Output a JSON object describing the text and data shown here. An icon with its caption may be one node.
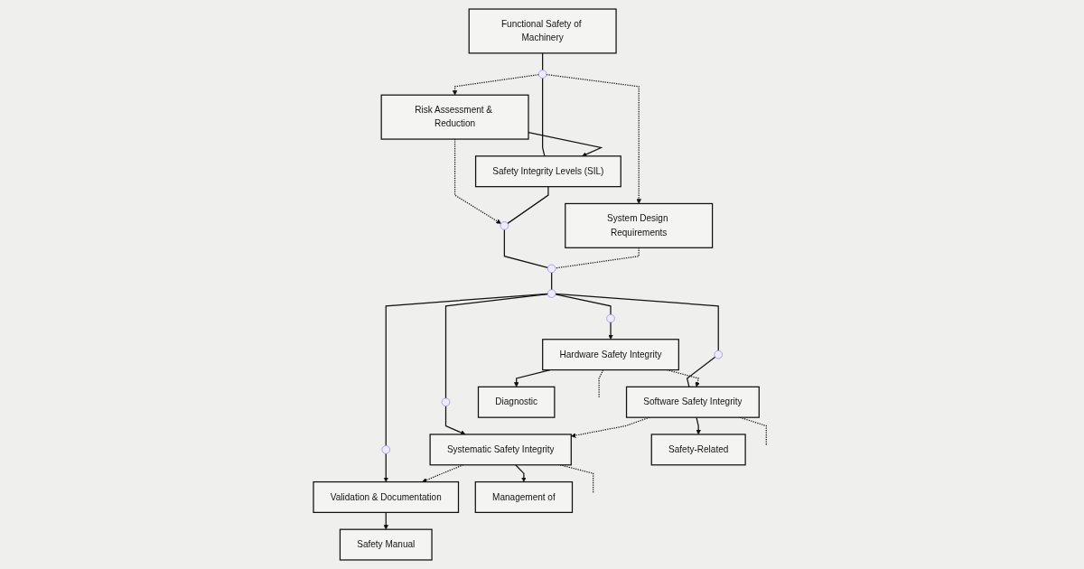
{
  "diagram": {
    "nodes": [
      {
        "text": [
          "Functional Safety of Machinery"
        ]
      },
      {
        "text": [],
        "shape": "circle"
      },
      {
        "text": [
          "Risk Assessment & Reduction"
        ]
      },
      {
        "text": [
          "Safety Integrity Levels (SIL)"
        ]
      },
      {
        "text": [
          "System Design Requirements"
        ]
      },
      {
        "text": [],
        "shape": "circle"
      },
      {
        "text": [],
        "shape": "circle"
      },
      {
        "text": [],
        "shape": "circle"
      },
      {
        "text": [],
        "shape": "circle"
      },
      {
        "text": [],
        "shape": "circle"
      },
      {
        "text": [],
        "shape": "circle"
      },
      {
        "text": [],
        "shape": "circle"
      },
      {
        "text": [
          "Hardware Safety Integrity"
        ]
      },
      {
        "text": [
          "Software Safety Integrity"
        ]
      },
      {
        "text": [
          "Systematic Safety Integrity"
        ]
      },
      {
        "text": [
          "Validation & Documentation"
        ]
      },
      {
        "text": [
          "Diagnostic"
        ]
      },
      {
        "text": [
          "Safety-Related"
        ]
      },
      {
        "text": [
          "Management of"
        ]
      },
      {
        "text": [
          "Safety Manual"
        ]
      }
    ],
    "edges": [
      {
        "from": 0,
        "to": 1,
        "arrow": "none"
      },
      {
        "from": 1,
        "to": 2,
        "arrow": "to",
        "style": "dashed"
      },
      {
        "from": 1,
        "to": 3,
        "arrow": "none"
      },
      {
        "from": 1,
        "to": 4,
        "arrow": "to",
        "style": "dashed"
      },
      {
        "from": 2,
        "to": 3,
        "arrow": "to"
      },
      {
        "from": 2,
        "to": 5,
        "arrow": "to",
        "style": "dashed"
      },
      {
        "from": 3,
        "to": 5,
        "arrow": "none"
      },
      {
        "from": 5,
        "to": 6,
        "arrow": "none"
      },
      {
        "from": 4,
        "to": 6,
        "arrow": "none",
        "style": "dashed"
      },
      {
        "from": 6,
        "to": 7,
        "arrow": "none"
      },
      {
        "from": 7,
        "to": 8,
        "arrow": "none"
      },
      {
        "from": 7,
        "to": 9,
        "arrow": "none"
      },
      {
        "from": 7,
        "to": 10,
        "arrow": "none"
      },
      {
        "from": 7,
        "to": 11,
        "arrow": "none"
      },
      {
        "from": 8,
        "to": 12,
        "arrow": "to"
      },
      {
        "from": 9,
        "to": 13,
        "arrow": "none"
      },
      {
        "from": 10,
        "to": 14,
        "arrow": "to"
      },
      {
        "from": 11,
        "to": 15,
        "arrow": "to"
      },
      {
        "from": 12,
        "to": 13,
        "arrow": "to",
        "style": "dashed"
      },
      {
        "from": 12,
        "to": null,
        "arrow": "none",
        "style": "dashed"
      },
      {
        "from": 13,
        "to": 14,
        "arrow": "to",
        "style": "dashed"
      },
      {
        "from": 13,
        "to": null,
        "arrow": "none",
        "style": "dashed"
      },
      {
        "from": 14,
        "to": 15,
        "arrow": "to",
        "style": "dashed"
      },
      {
        "from": 14,
        "to": null,
        "arrow": "none",
        "style": "dashed"
      },
      {
        "from": 12,
        "to": 16,
        "arrow": "to"
      },
      {
        "from": 13,
        "to": 17,
        "arrow": "to"
      },
      {
        "from": 14,
        "to": 18,
        "arrow": "to"
      },
      {
        "from": 15,
        "to": 19,
        "arrow": "to"
      }
    ]
  }
}
